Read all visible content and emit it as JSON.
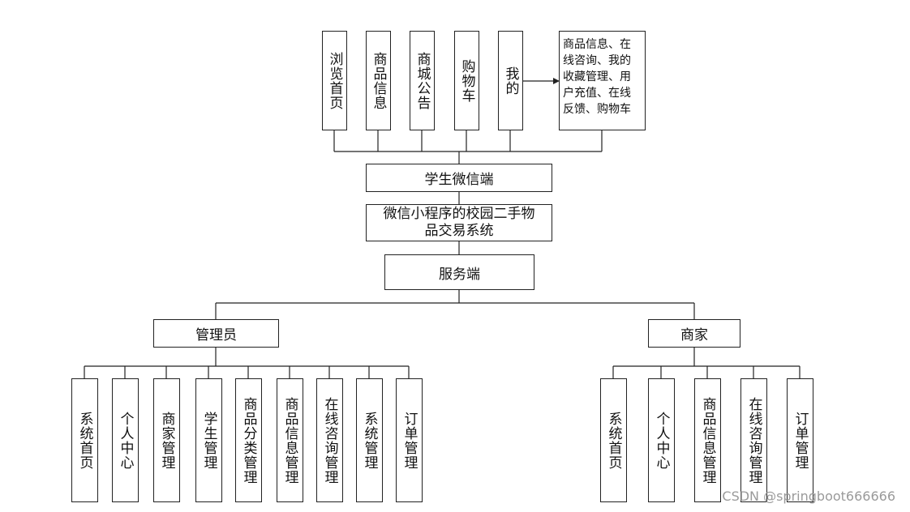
{
  "top_items": [
    "浏览首页",
    "商品信息",
    "商城公告",
    "购物车",
    "我的"
  ],
  "my_detail": [
    "商品信息、在",
    "线咨询、我的",
    "收藏管理、用",
    "户充值、在线",
    "反馈、购物车"
  ],
  "student_end": "学生微信端",
  "system_name": [
    "微信小程序的校园二手物",
    "品交易系统"
  ],
  "server_end": "服务端",
  "admin": {
    "label": "管理员",
    "items": [
      "系统首页",
      "个人中心",
      "商家管理",
      "学生管理",
      "商品分类管理",
      "商品信息管理",
      "在线咨询管理",
      "系统管理",
      "订单管理"
    ]
  },
  "merchant": {
    "label": "商家",
    "items": [
      "系统首页",
      "个人中心",
      "商品信息管理",
      "在线咨询管理",
      "订单管理"
    ]
  },
  "watermark": "CSDN @springboot666666"
}
